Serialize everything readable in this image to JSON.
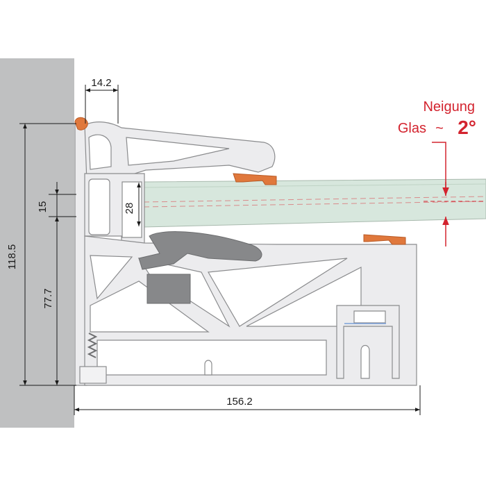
{
  "dimensions": {
    "top_width": "14.2",
    "glass_thickness": "28",
    "height_total": "118.5",
    "height_lower": "77.7",
    "gap": "15",
    "total_width": "156.2"
  },
  "annotation": {
    "line1": "Neigung",
    "line2_prefix": "Glas",
    "line2_tilde": "~",
    "line2_value": "2°"
  },
  "colors": {
    "wall": "#bfc0c1",
    "profile_fill": "#ececee",
    "profile_stroke": "#8a8b8d",
    "glass": "#d7e7dd",
    "gasket": "#e0783c",
    "dark_part": "#87888a",
    "accent": "#d3232e"
  }
}
